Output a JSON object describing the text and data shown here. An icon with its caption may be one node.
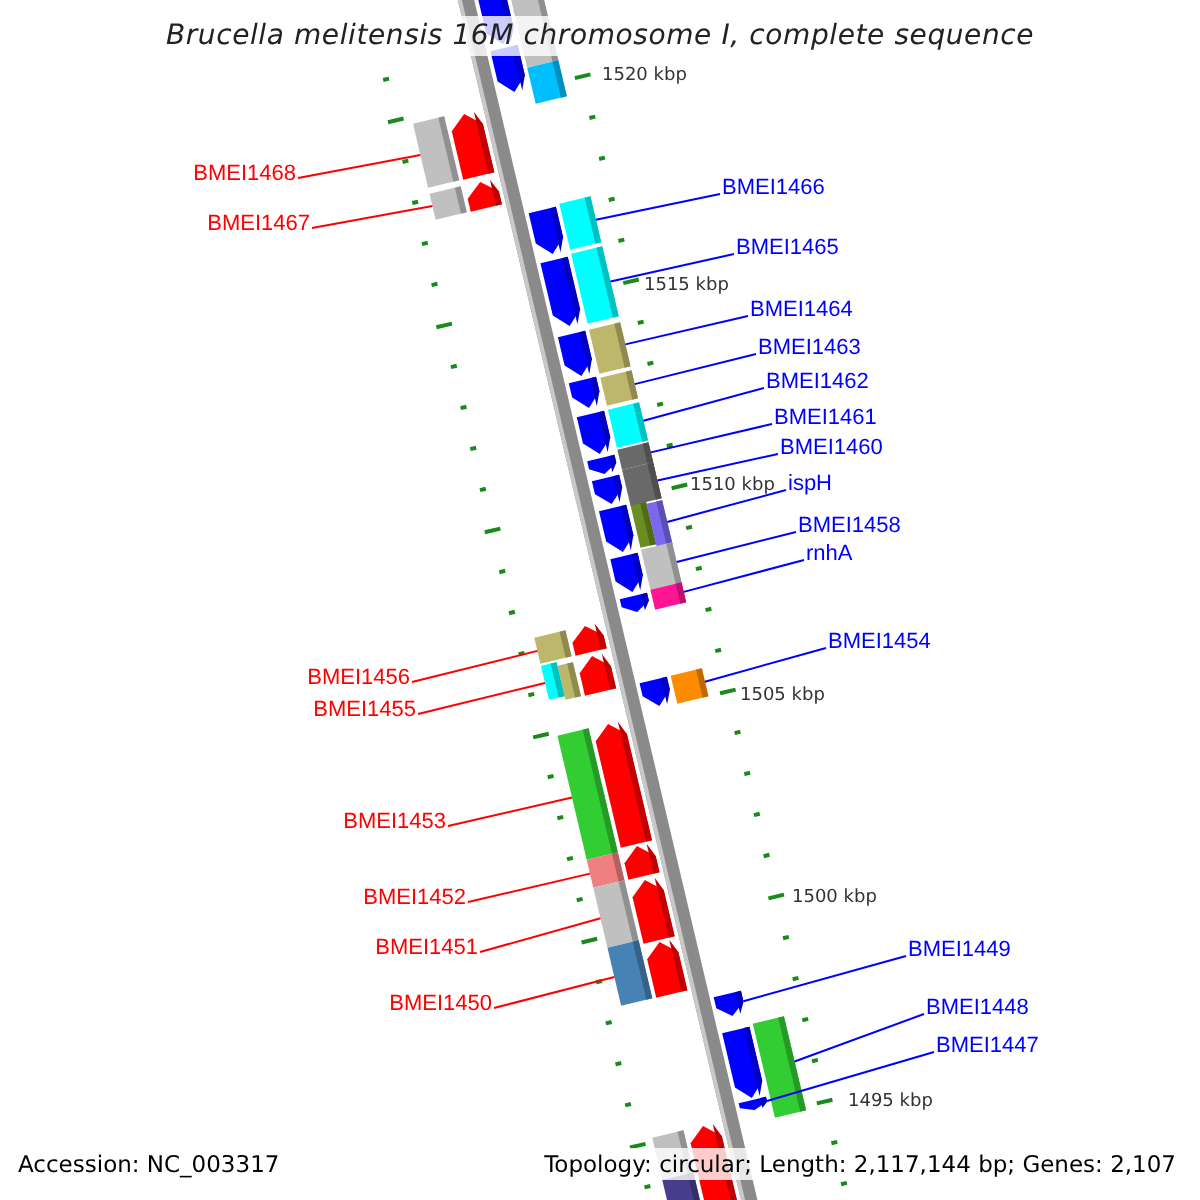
{
  "diagram": {
    "title": "Brucella melitensis 16M chromosome I, complete sequence",
    "nodes": [
      {
        "text": [
          "BMEI1468"
        ]
      },
      {
        "text": [
          "BMEI1466"
        ]
      },
      {
        "text": [
          "BMEI1467"
        ]
      },
      {
        "text": [
          "BMEI1465"
        ]
      },
      {
        "text": [
          "BMEI1464"
        ]
      },
      {
        "text": [
          "BMEI1463"
        ]
      },
      {
        "text": [
          "BMEI1462"
        ]
      },
      {
        "text": [
          "BMEI1461"
        ]
      },
      {
        "text": [
          "BMEI1460"
        ]
      },
      {
        "text": [
          "ispH"
        ]
      },
      {
        "text": [
          "BMEI1458"
        ]
      },
      {
        "text": [
          "rnhA"
        ]
      },
      {
        "text": [
          "BMEI1454"
        ]
      },
      {
        "text": [
          "BMEI1456"
        ]
      },
      {
        "text": [
          "BMEI1455"
        ]
      },
      {
        "text": [
          "BMEI1453"
        ]
      },
      {
        "text": [
          "BMEI1452"
        ]
      },
      {
        "text": [
          "BMEI1451"
        ]
      },
      {
        "text": [
          "BMEI1449"
        ]
      },
      {
        "text": [
          "BMEI1450"
        ]
      },
      {
        "text": [
          "BMEI1448"
        ]
      },
      {
        "text": [
          "BMEI1447"
        ]
      },
      {
        "text": [],
        "shape": "box"
      },
      {
        "text": [],
        "shape": "box"
      },
      {
        "text": [],
        "shape": "box"
      },
      {
        "text": [],
        "shape": "box"
      },
      {
        "text": [],
        "shape": "box"
      },
      {
        "text": [],
        "shape": "box"
      },
      {
        "text": [],
        "shape": "box"
      },
      {
        "text": [],
        "shape": "box"
      },
      {
        "text": [],
        "shape": "box"
      },
      {
        "text": [],
        "shape": "box"
      },
      {
        "text": [],
        "shape": "box"
      },
      {
        "text": [],
        "shape": "box"
      },
      {
        "text": [],
        "shape": "box"
      },
      {
        "text": [],
        "shape": "box"
      },
      {
        "text": [],
        "shape": "box"
      },
      {
        "text": [],
        "shape": "box"
      },
      {
        "text": [],
        "shape": "box"
      },
      {
        "text": [],
        "shape": "box"
      },
      {
        "text": [],
        "shape": "arrow"
      },
      {
        "text": [],
        "shape": "box"
      },
      {
        "text": [],
        "shape": "box"
      },
      {
        "text": [],
        "shape": "arrow"
      },
      {
        "text": [],
        "shape": "arrow"
      },
      {
        "text": [],
        "shape": "arrow"
      },
      {
        "text": [],
        "shape": "box"
      },
      {
        "text": [],
        "shape": "arrow"
      }
    ],
    "edges": [
      {
        "from": 0,
        "to": 22,
        "arrow": "none",
        "color": "#ff0000"
      },
      {
        "from": 1,
        "to": 23,
        "arrow": "none"
      },
      {
        "from": 2,
        "to": 24,
        "arrow": "none",
        "color": "#ff0000"
      },
      {
        "from": 3,
        "to": 25,
        "arrow": "none"
      },
      {
        "from": 4,
        "to": 26,
        "arrow": "none"
      },
      {
        "from": 5,
        "to": 27,
        "arrow": "none"
      },
      {
        "from": 6,
        "to": 28,
        "arrow": "none"
      },
      {
        "from": 7,
        "to": 29,
        "arrow": "none"
      },
      {
        "from": 8,
        "to": 30,
        "arrow": "none"
      },
      {
        "from": 9,
        "to": 31,
        "arrow": "none"
      },
      {
        "from": 10,
        "to": 32,
        "arrow": "none"
      },
      {
        "from": 11,
        "to": 33,
        "arrow": "none"
      },
      {
        "from": 12,
        "to": 34,
        "arrow": "none"
      },
      {
        "from": 13,
        "to": 35,
        "arrow": "none",
        "color": "#ff0000"
      },
      {
        "from": 14,
        "to": 36,
        "arrow": "none",
        "color": "#ff0000"
      },
      {
        "from": 15,
        "to": 37,
        "arrow": "none",
        "color": "#ff0000"
      },
      {
        "from": 16,
        "to": 38,
        "arrow": "none",
        "color": "#ff0000"
      },
      {
        "from": 17,
        "to": 39,
        "arrow": "none",
        "color": "#ff0000"
      },
      {
        "from": 18,
        "to": 40,
        "arrow": "none"
      },
      {
        "from": 19,
        "to": 41,
        "arrow": "none",
        "color": "#ff0000"
      },
      {
        "from": 20,
        "to": 42,
        "arrow": "none"
      },
      {
        "from": 21,
        "to": 43,
        "arrow": "none"
      }
    ],
    "labels": [
      "1520 kbp",
      "1515 kbp",
      "1510 kbp",
      "1505 kbp",
      "1500 kbp",
      "1495 kbp",
      "Accession: NC_003317",
      "Topology: circular; Length: 2,117,144 bp; Genes: 2,107"
    ]
  }
}
